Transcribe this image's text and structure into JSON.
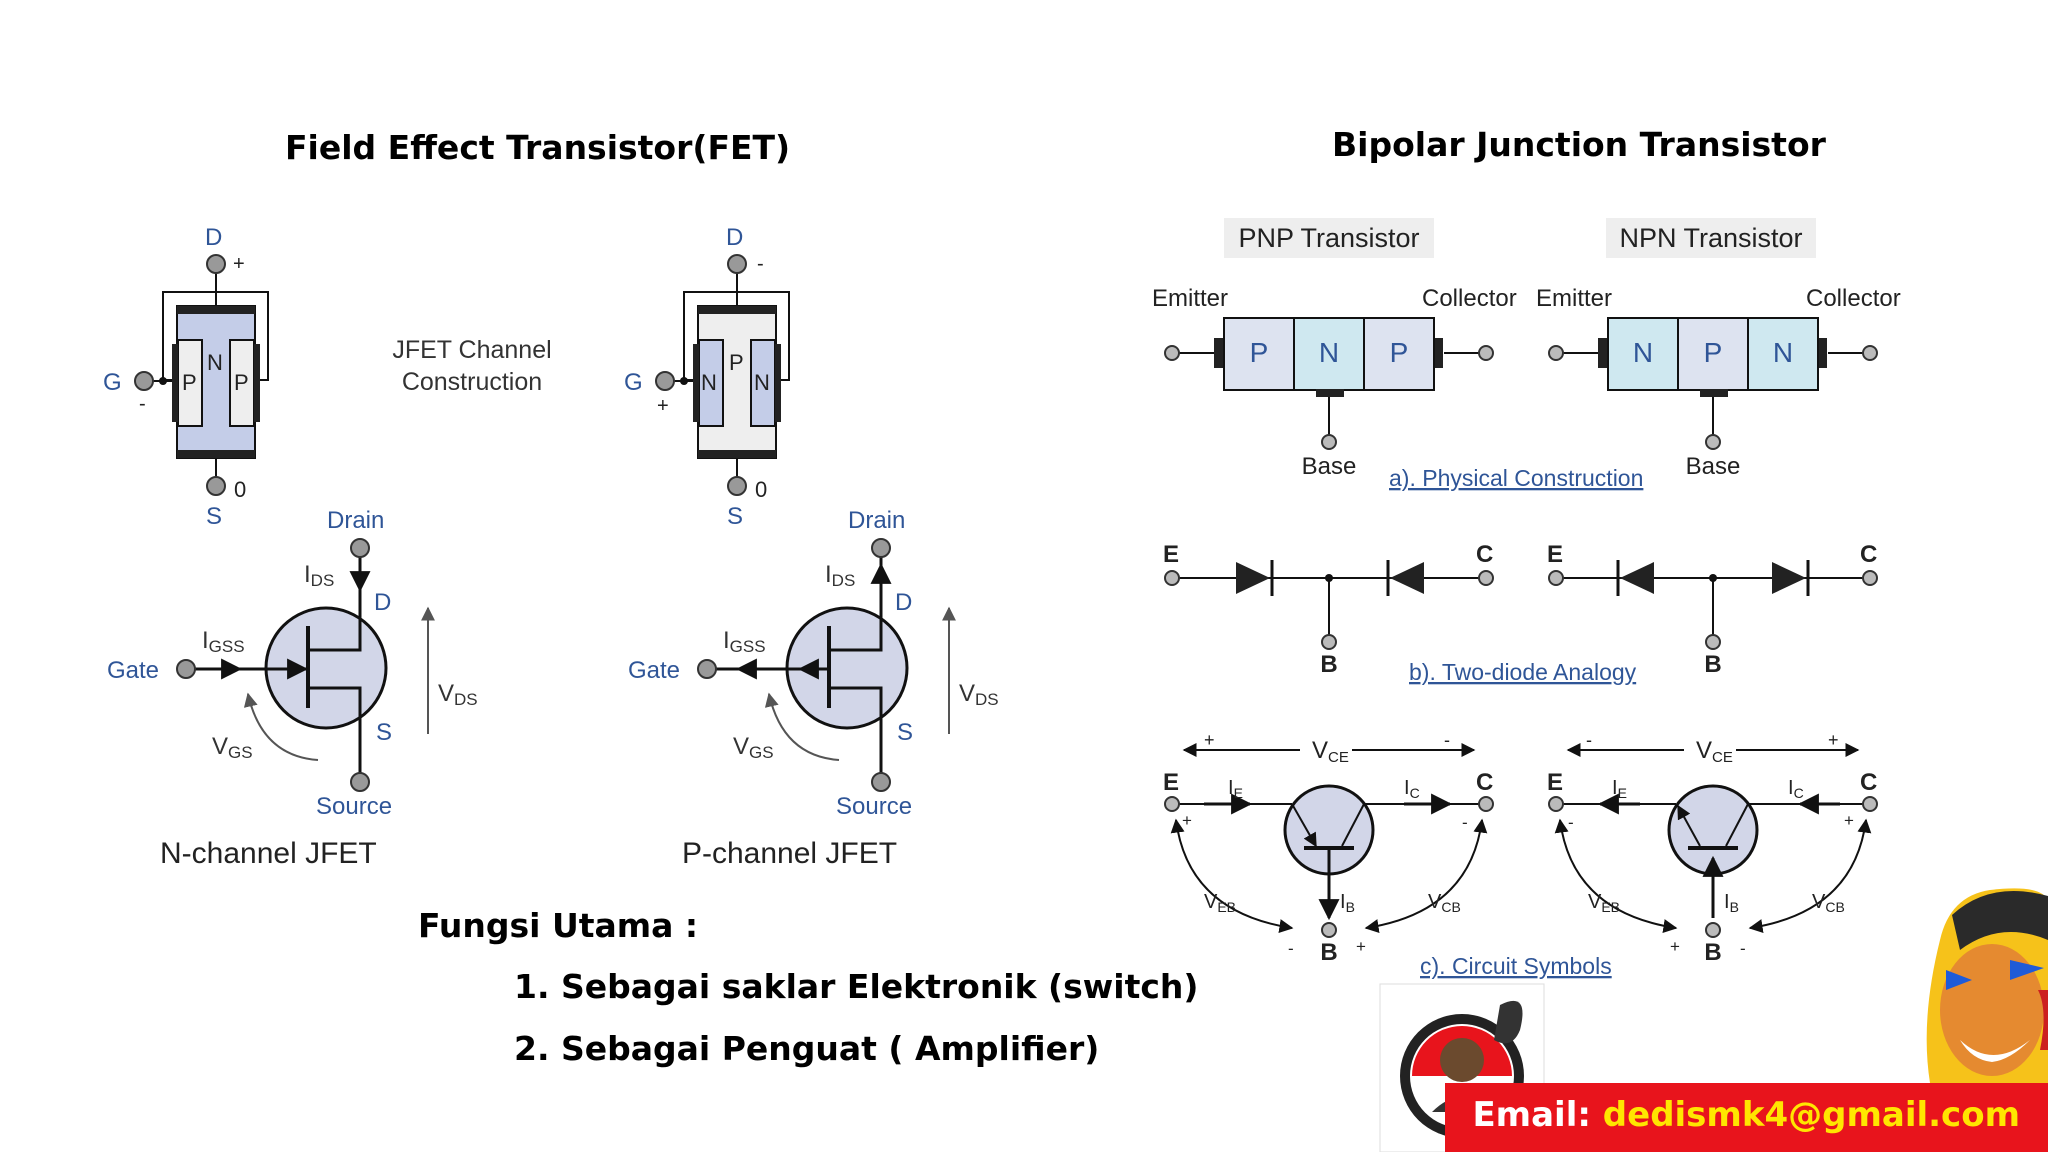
{
  "fet": {
    "title": "Field Effect Transistor(FET)",
    "channel_caption_line1": "JFET Channel",
    "channel_caption_line2": "Construction",
    "n_struct": {
      "d": "D",
      "s": "S",
      "g": "G",
      "d_sign": "+",
      "s_val": "0",
      "g_sign": "-",
      "layer_left": "P",
      "layer_mid": "N",
      "layer_right": "P"
    },
    "p_struct": {
      "d": "D",
      "s": "S",
      "g": "G",
      "d_sign": "-",
      "s_val": "0",
      "g_sign": "+",
      "layer_left": "N",
      "layer_mid": "P",
      "layer_right": "N"
    },
    "n_sym": {
      "drain": "Drain",
      "source": "Source",
      "gate": "Gate",
      "d": "D",
      "s": "S",
      "i": "I",
      "ds": "DS",
      "gss": "GSS",
      "v": "V",
      "gs": "GS",
      "vds_sub": "DS",
      "caption": "N-channel JFET"
    },
    "p_sym": {
      "drain": "Drain",
      "source": "Source",
      "gate": "Gate",
      "d": "D",
      "s": "S",
      "i": "I",
      "ds": "DS",
      "gss": "GSS",
      "v": "V",
      "gs": "GS",
      "vds_sub": "DS",
      "caption": "P-channel JFET"
    }
  },
  "bjt": {
    "title": "Bipolar Junction Transistor",
    "pnp_label": "PNP Transistor",
    "npn_label": "NPN Transistor",
    "emitter": "Emitter",
    "collector": "Collector",
    "base": "Base",
    "pnp_layers": [
      "P",
      "N",
      "P"
    ],
    "npn_layers": [
      "N",
      "P",
      "N"
    ],
    "caption_a": "a).  Physical Construction",
    "caption_b": "b).  Two-diode Analogy",
    "caption_c": "c).  Circuit Symbols",
    "e": "E",
    "c": "C",
    "b": "B",
    "v": "V",
    "i": "I",
    "ce": "CE",
    "eb": "EB",
    "cb": "CB",
    "sub_e": "E",
    "sub_c": "C",
    "sub_b": "B",
    "plus": "+",
    "minus": "-"
  },
  "fungsi": {
    "heading": "Fungsi Utama :",
    "item1": "1. Sebagai saklar Elektronik (switch)",
    "item2": "2. Sebagai Penguat ( Amplifier)"
  },
  "footer": {
    "email_label": "Email: ",
    "email_address": "dedismk4@gmail.com"
  },
  "colors": {
    "label_blue": "#2f5597",
    "banner_red": "#e8141c",
    "email_yellow": "#ffe600",
    "n_region": "#cfe8f0",
    "p_region": "#dde3f0"
  }
}
